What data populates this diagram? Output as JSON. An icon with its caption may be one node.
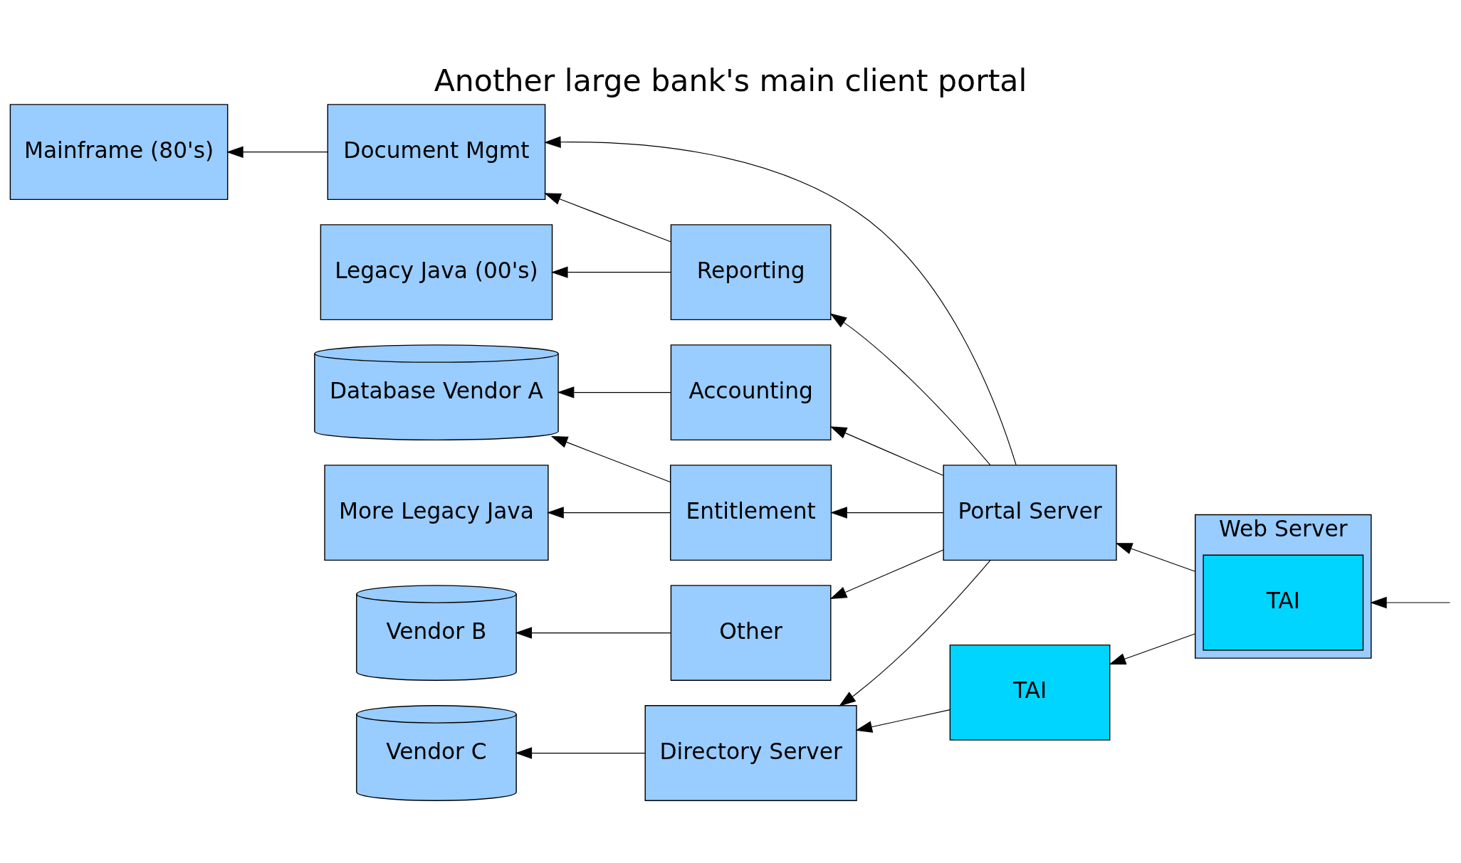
{
  "diagram": {
    "title": "Another large bank's main client portal",
    "nodes": [
      {
        "text": [
          "Legacy Java (00's)"
        ]
      },
      {
        "text": [
          "More Legacy Java"
        ]
      },
      {
        "text": [
          "Mainframe (80's)"
        ]
      },
      {
        "text": [
          "Database Vendor A"
        ]
      },
      {
        "text": [
          "Vendor B"
        ]
      },
      {
        "text": [
          "Vendor C"
        ]
      },
      {
        "text": [
          "Document Mgmt"
        ]
      },
      {
        "text": [
          "Reporting"
        ]
      },
      {
        "text": [
          "Accounting"
        ]
      },
      {
        "text": [
          "Entitlement"
        ]
      },
      {
        "text": [
          "Other"
        ]
      },
      {
        "text": [
          "Directory Server"
        ]
      },
      {
        "text": [
          "Portal Server"
        ]
      },
      {
        "text": [
          "Web Server"
        ]
      },
      {
        "text": [
          "TAI"
        ],
        "in": 13
      },
      {
        "text": [
          "TAI"
        ]
      }
    ],
    "edges": [
      {
        "from": 7,
        "to": 0,
        "arrow": "to"
      },
      {
        "from": 12,
        "to": 6,
        "arrow": "to"
      },
      {
        "from": 13,
        "to": 12,
        "arrow": "to"
      },
      {
        "from": 9,
        "to": 1,
        "arrow": "to"
      },
      {
        "from": 6,
        "to": 2,
        "arrow": "to"
      },
      {
        "from": 7,
        "to": 6,
        "arrow": "to"
      },
      {
        "from": 12,
        "to": 7,
        "arrow": "to"
      },
      {
        "from": 8,
        "to": 3,
        "arrow": "to"
      },
      {
        "from": 12,
        "to": 8,
        "arrow": "to"
      },
      {
        "from": 9,
        "to": 3,
        "arrow": "to"
      },
      {
        "from": 12,
        "to": 9,
        "arrow": "to"
      },
      {
        "from": 10,
        "to": 4,
        "arrow": "to"
      },
      {
        "from": 12,
        "to": 10,
        "arrow": "to"
      },
      {
        "from": 11,
        "to": 5,
        "arrow": "to"
      },
      {
        "from": 12,
        "to": 11,
        "arrow": "to"
      },
      {
        "from": 15,
        "to": 11,
        "arrow": "to"
      },
      {
        "from": 13,
        "to": 15,
        "arrow": "to"
      },
      {
        "from": null,
        "to": 13,
        "arrow": "to"
      }
    ]
  }
}
